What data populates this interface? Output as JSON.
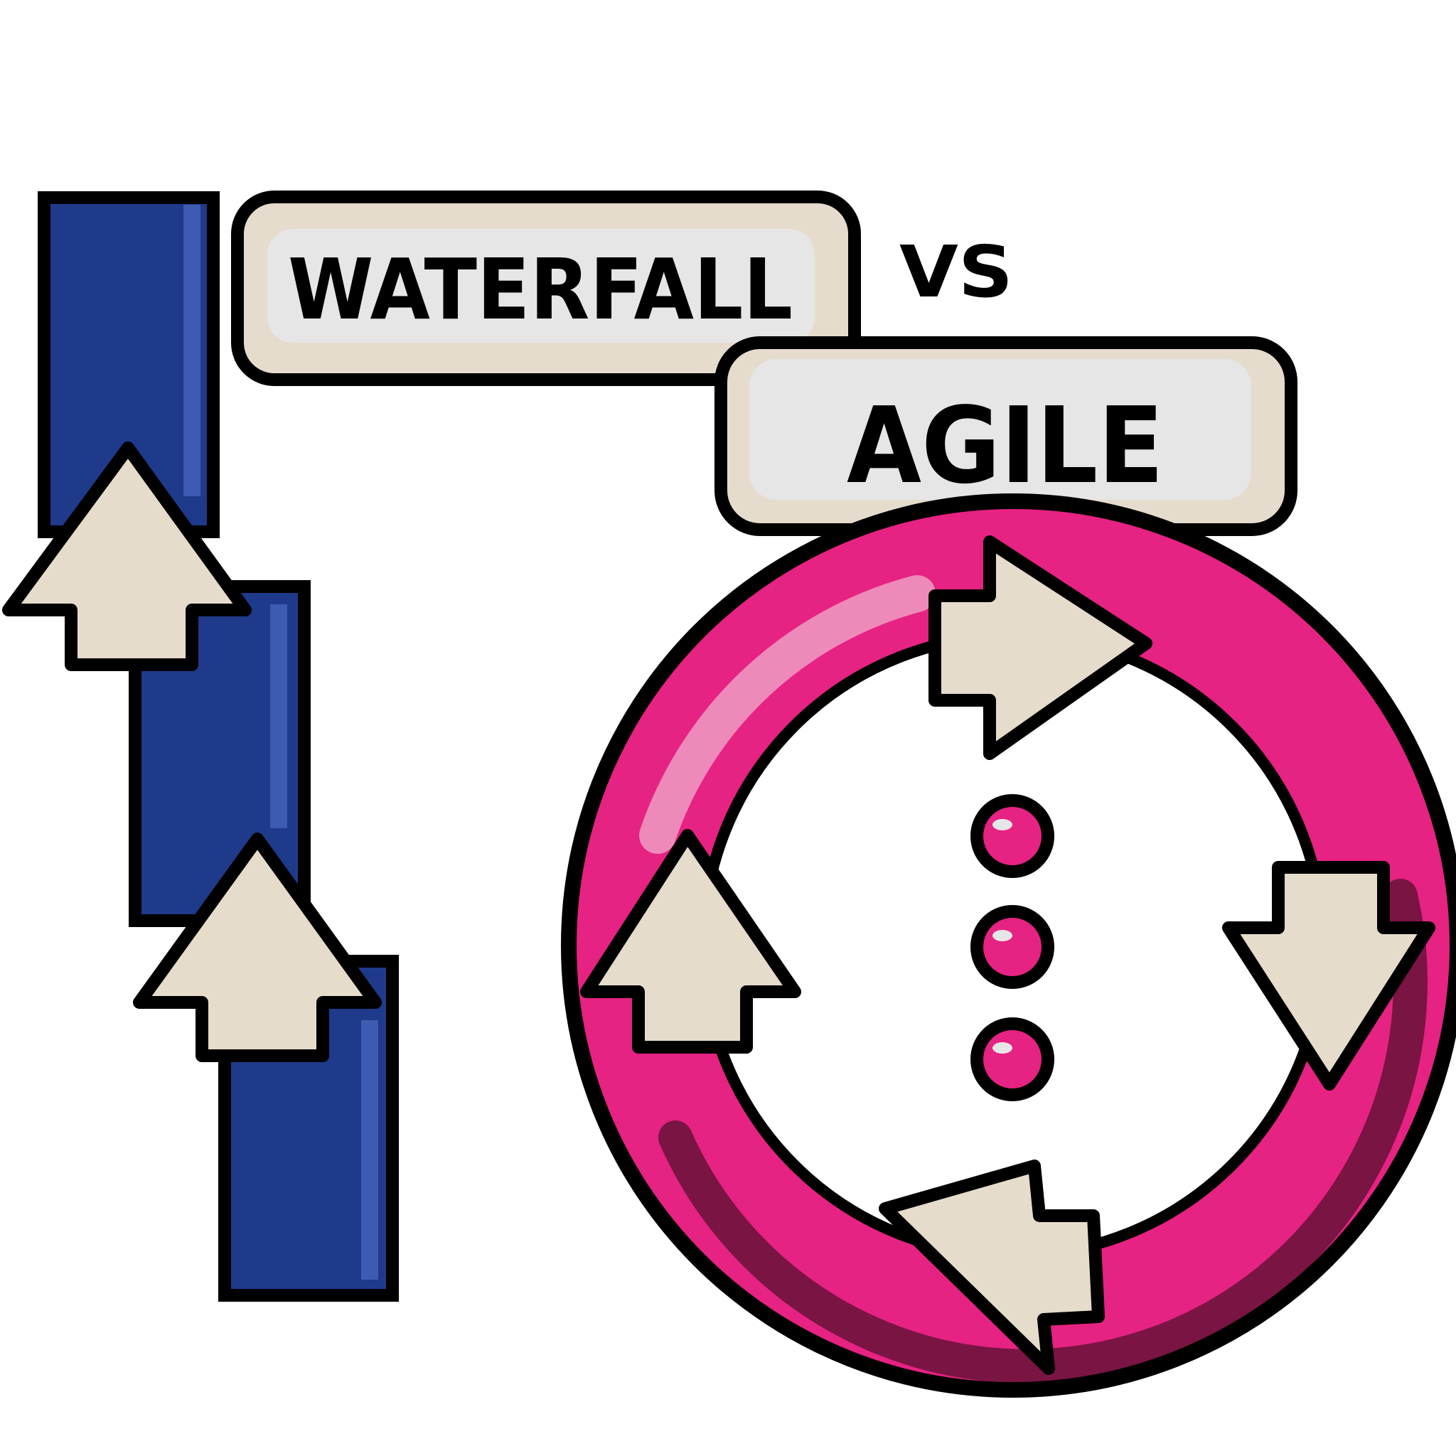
{
  "labels": {
    "waterfall": "WATERFALL",
    "vs": "VS",
    "agile": "AGILE"
  },
  "waterfall_steps": 3,
  "agile_cycle_arrows": 4,
  "agile_center_dots": 3,
  "colors": {
    "outline": "#000000",
    "block_blue": "#1F3A8A",
    "block_highlight": "#3D5BB0",
    "arrow_beige": "#E6DCCC",
    "label_fill": "#E6E6E6",
    "label_shadow": "#E5DCCD",
    "ring_pink": "#E62282",
    "ring_light": "#EE8AB9",
    "ring_dark": "#7A1443",
    "background": "#FFFFFF"
  },
  "icons": [
    "waterfall-block-icon",
    "up-arrow-icon",
    "cycle-arrow-icon",
    "dot-icon"
  ]
}
